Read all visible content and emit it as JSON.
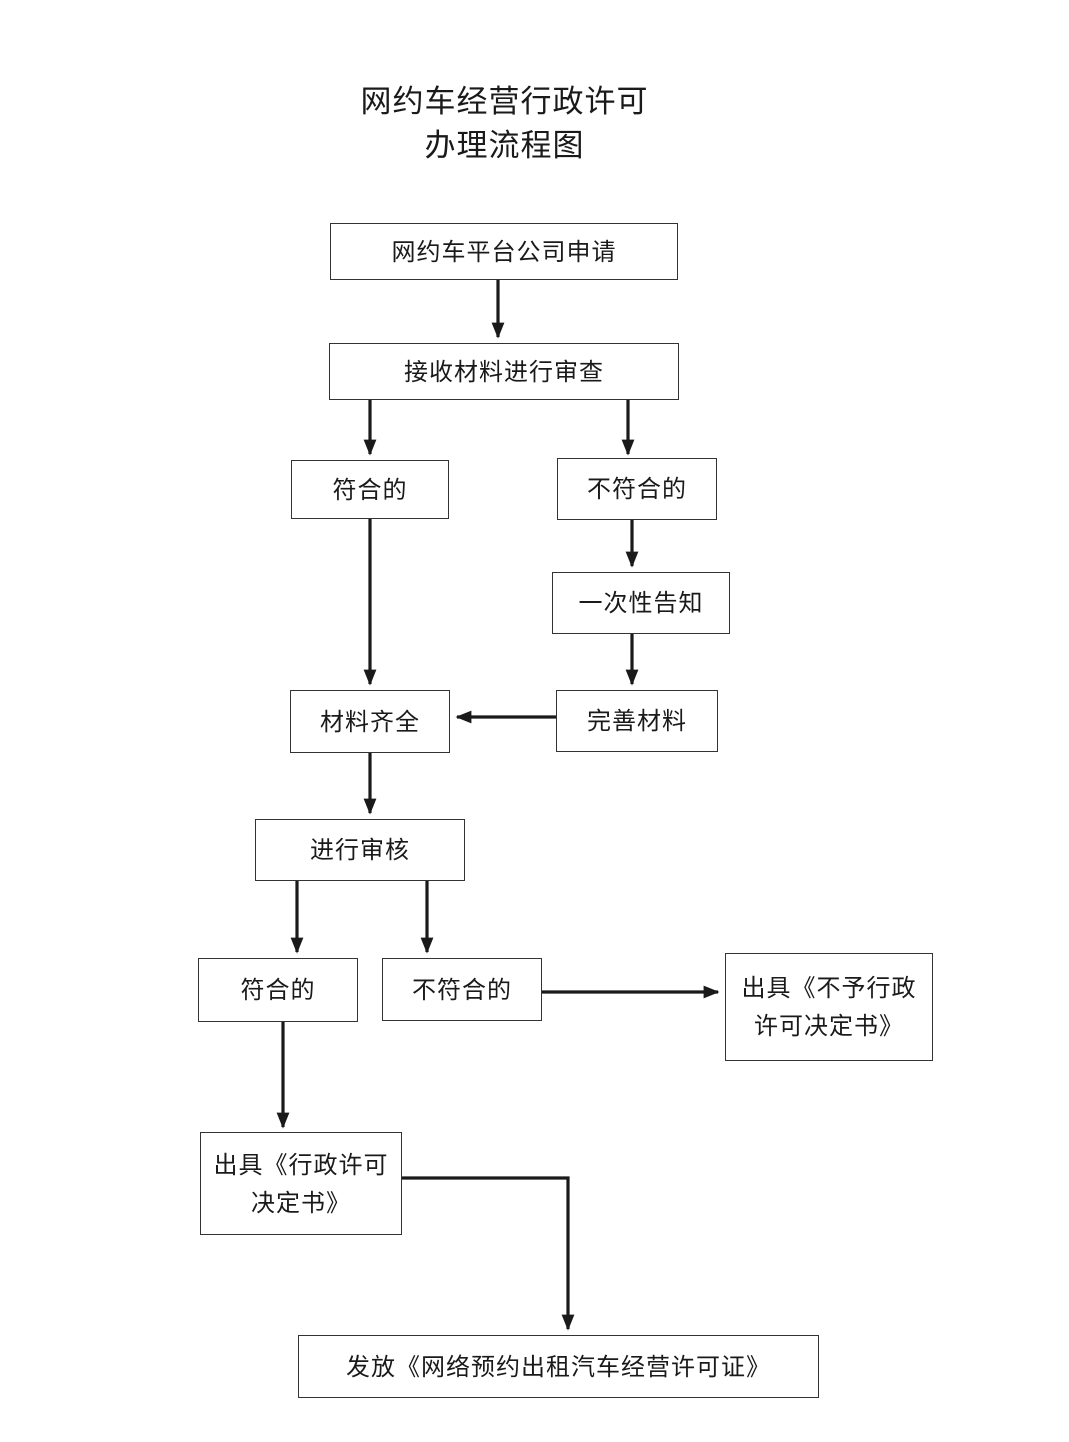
{
  "title": {
    "line1": "网约车经营行政许可",
    "line2": "办理流程图"
  },
  "nodes": {
    "apply": "网约车平台公司申请",
    "review_materials": "接收材料进行审查",
    "eligible_1": "符合的",
    "ineligible_1": "不符合的",
    "one_time_notice": "一次性告知",
    "supplement": "完善材料",
    "complete": "材料齐全",
    "audit": "进行审核",
    "eligible_2": "符合的",
    "ineligible_2": "不符合的",
    "denial": {
      "line1": "出具《不予行政",
      "line2": "许可决定书》"
    },
    "approval": {
      "line1": "出具《行政许可",
      "line2": "决定书》"
    },
    "issue_license": "发放《网络预约出租汽车经营许可证》"
  },
  "colors": {
    "line": "#1a1a1a",
    "border": "#333333"
  }
}
